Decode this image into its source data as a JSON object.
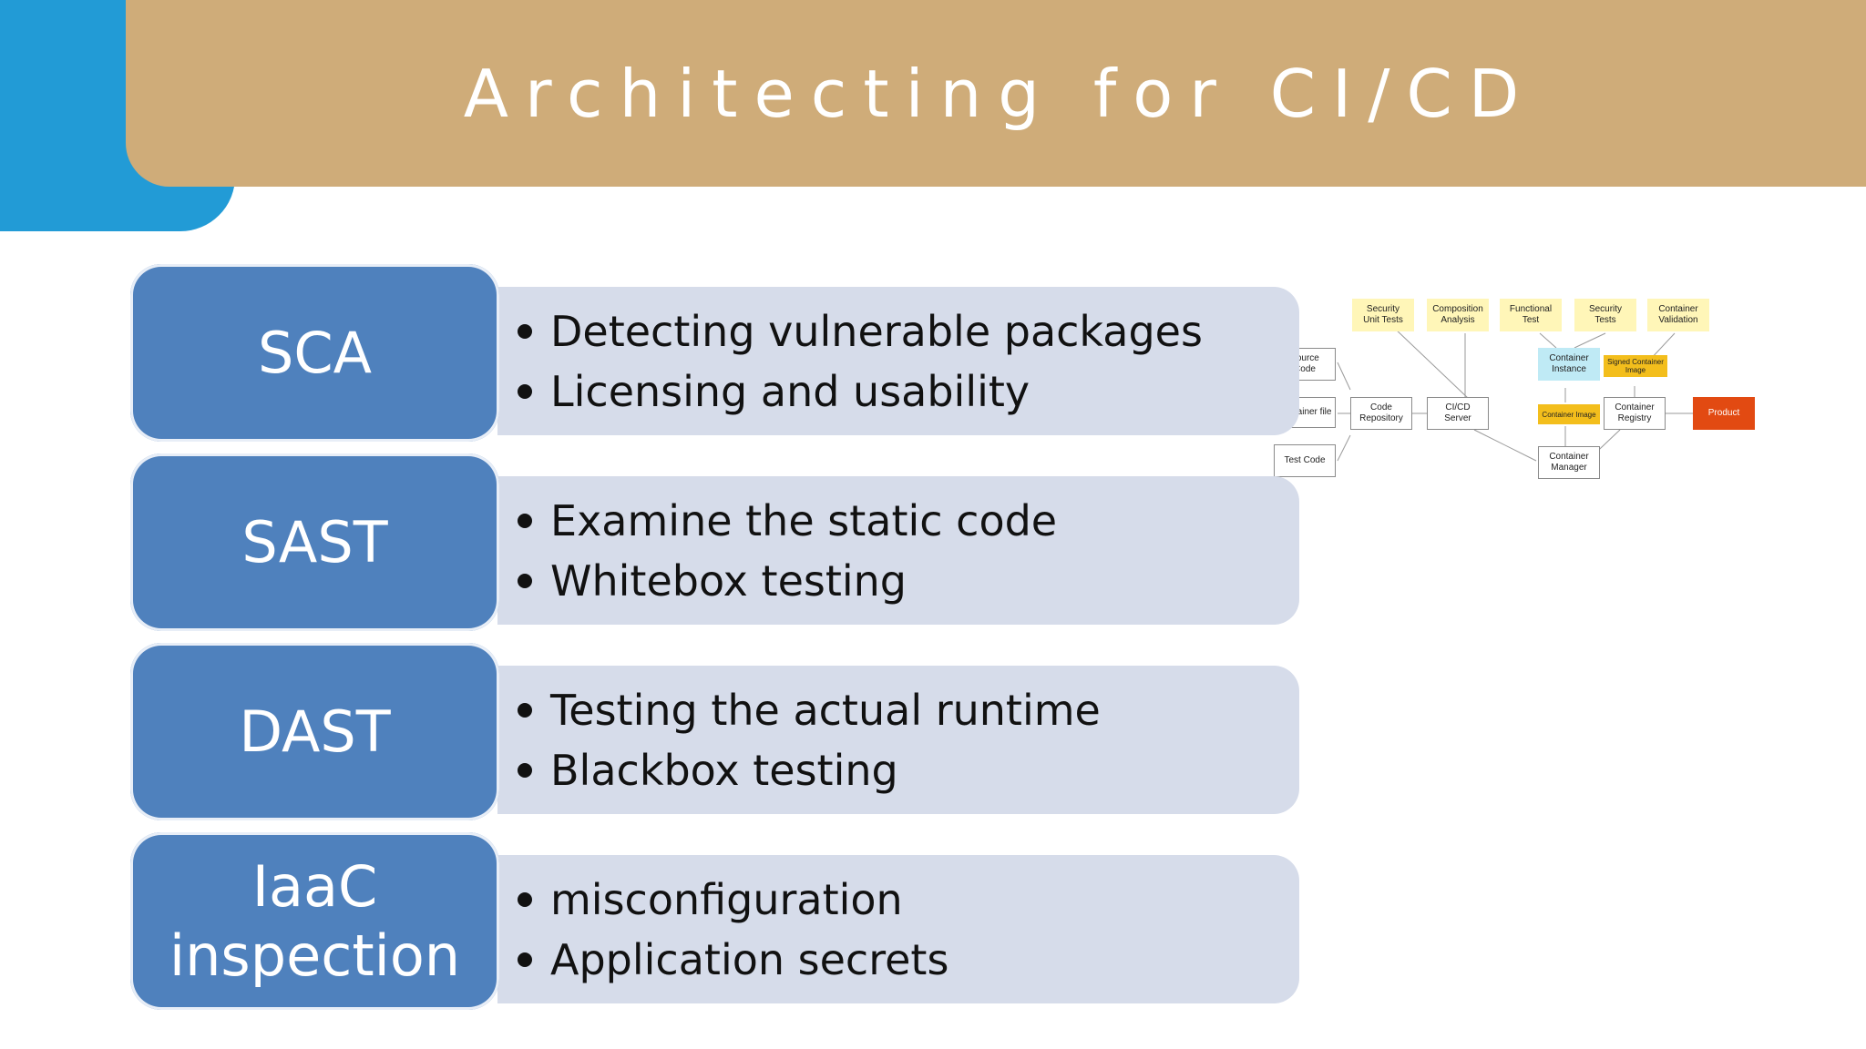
{
  "slide": {
    "title": "Architecting for CI/CD",
    "colors": {
      "banner": "#cfac79",
      "accent": "#229bd6",
      "label": "#4f81bd",
      "detail": "#d6dcea"
    },
    "rows": [
      {
        "label": "SCA",
        "bullets": [
          "Detecting vulnerable packages",
          "Licensing and usability"
        ]
      },
      {
        "label": "SAST",
        "bullets": [
          "Examine the static code",
          "Whitebox testing"
        ]
      },
      {
        "label": "DAST",
        "bullets": [
          "Testing the actual runtime",
          "Blackbox testing"
        ]
      },
      {
        "label": "IaaC\ninspection",
        "bullets": [
          "misconfiguration",
          "Application secrets"
        ]
      }
    ]
  },
  "diagram": {
    "nodes": {
      "security_unit_tests": "Security\nUnit Tests",
      "composition_analysis": "Composition\nAnalysis",
      "functional_test": "Functional\nTest",
      "security_tests": "Security\nTests",
      "container_validation": "Container\nValidation",
      "source_code": "Source\nCode",
      "container_file": "Container file",
      "test_code": "Test Code",
      "code_repository": "Code\nRepository",
      "ci_cd_server": "CI/CD\nServer",
      "container_instance": "Container\nInstance",
      "signed_container_image": "Signed Container\nImage",
      "container_image": "Container Image",
      "container_registry": "Container\nRegistry",
      "container_manager": "Container\nManager",
      "product": "Product"
    }
  }
}
